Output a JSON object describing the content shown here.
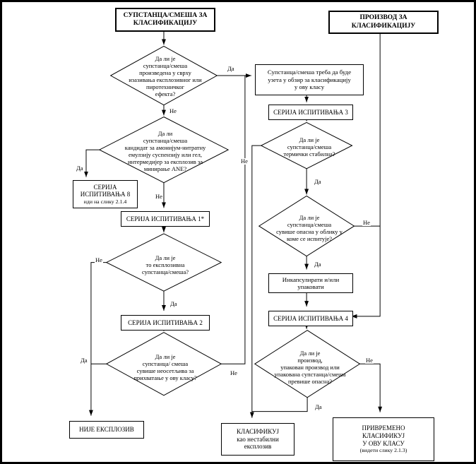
{
  "labels": {
    "yes": "Да",
    "no": "Не"
  },
  "nodes": {
    "start_substance": "СУПСТАНЦА/СМЕША ЗА\nКЛАСИФИКАЦИЈУ",
    "start_article": "ПРОИЗВОД ЗА\nКЛАСИФИКАЦИЈУ",
    "q_purpose": "Да ли је\nсупстанца/смеша\nпроизведена у сврху\nизазивања експлозивног или\nпиротехничког\nефекта?",
    "considered": "Супстанца/смеша треба да буде\nузета у обзир за класификацију\nу ову класу",
    "series3": "СЕРИЈА ИСПИТИВАЊА 3",
    "q_thermal": "Да ли је\nсупстанца/смеша\nтермички стабилна?",
    "q_ane": "Да ли\nсупстанца/смеша\nкандидат за амонијум-нитратну\nемулзију суспензију или гел,\nинтермедијер за експлозив за\nминирање ANE?",
    "series8": {
      "title": "СЕРИЈА\nИСПИТИВАЊА 8",
      "note": "иди на слику 2.1.4"
    },
    "series1": "СЕРИЈА ИСПИТИВАЊА 1*",
    "q_explosive": "Да ли је\nто експлозивна\nсупстанца/смеша?",
    "series2": "СЕРИЈА ИСПИТИВАЊА 2",
    "q_insensitive": "Да ли је\nсупстанца/ смеша\nсувише неосетљива за\nприхватање у ову класу?",
    "q_danger_form": "Да ли је\nсупстанца/смеша\nсувише опасна у облику у\nкоме се испитује?",
    "encapsulate": "Инкапсулирати и/или\nупаковати",
    "series4": "СЕРИЈА ИСПИТИВАЊА 4",
    "q_final_danger": "Да ли је\nпроизвод,\nупакован производ или\nупакована супстанца/смеша\nпревише опасна?",
    "not_explosive": "НИЈЕ ЕКСПЛОЗИВ",
    "classify_unstable": "КЛАСИФИКУЈ\nкао нестабилни\nексплозив",
    "provisional": {
      "title": "ПРИВРЕМЕНО\nКЛАСИФИКУЈ\nУ ОВУ КЛАСУ",
      "note": "(видети слику 2.1.3)"
    }
  }
}
